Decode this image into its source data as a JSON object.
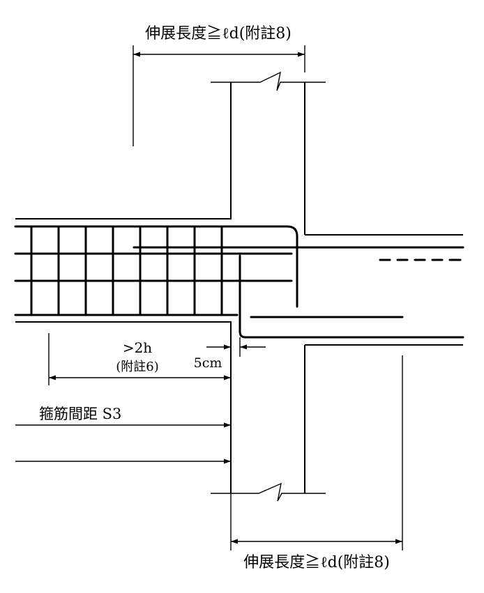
{
  "labels": {
    "dev_top": "伸展長度≧ℓd(附註8)",
    "dev_bottom": "伸展長度≧ℓd(附註8)",
    "two_h": ">2h",
    "note6": "(附註6)",
    "five_cm": "5cm",
    "stirrup_spacing": "箍筋間距 S3"
  }
}
